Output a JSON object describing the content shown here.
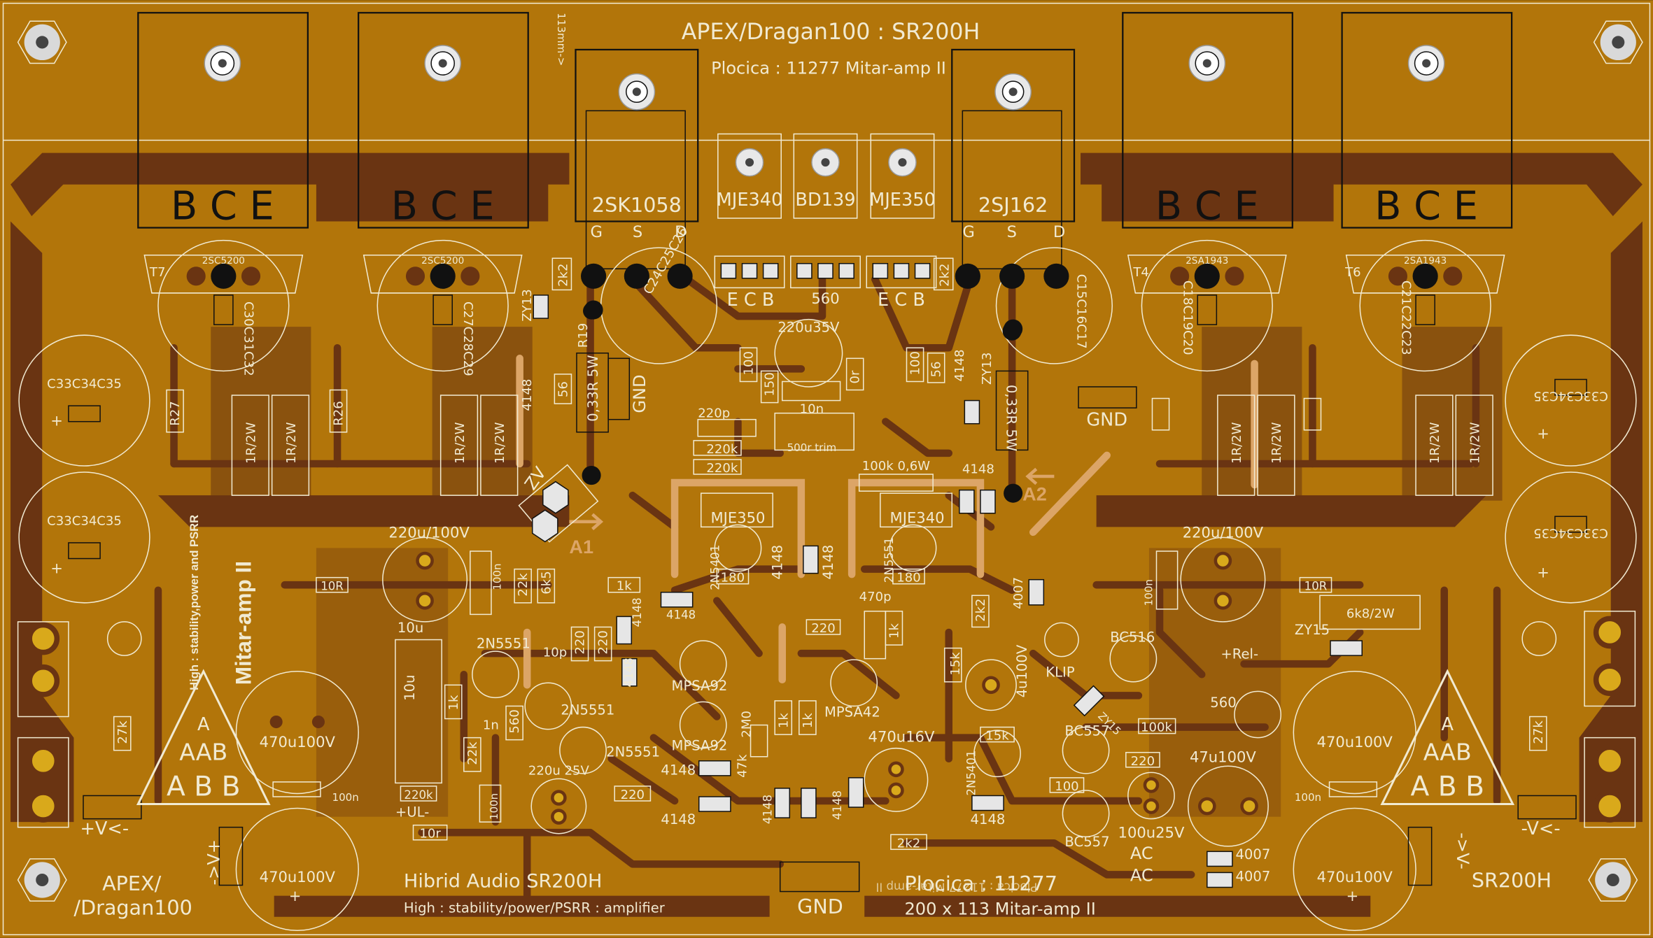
{
  "board": {
    "title": "APEX/Dragan100 : SR200H",
    "subtitle": "Plocica : 11277 Mitar-amp II",
    "dimension_note": "113mm->",
    "vertical_left": "Mitar-amp II",
    "vertical_left_small": "High : stability,power and PSRR",
    "bottom_left_brand_1": "APEX/",
    "bottom_left_brand_2": "/Dragan100",
    "bottom_center_1": "Hibrid Audio SR200H",
    "bottom_center_2": "High : stability/power/PSRR : amplifier",
    "bottom_plocica": "Plocica : 11277",
    "bottom_plocica_mirror": "Plocica : 11277 Mitar-amp II",
    "bottom_size": "200 x 113 Mitar-amp II",
    "bottom_right_brand": "SR200H",
    "gnd_bottom": "GND",
    "gnd_top_right": "GND",
    "gnd_left_vertical": "GND"
  },
  "colors": {
    "copper": "#b2750a",
    "trace": "#6a3412",
    "silk": "#f1ead2",
    "black": "#0e0e0e",
    "pad": "#d9a91b"
  },
  "heatsink_transistors": {
    "pin_labels": "B C E",
    "left_1": "2SC5200",
    "left_2": "2SC5200",
    "right_1": "2SA1943",
    "right_2": "2SA1943",
    "left_1_ref": "T7",
    "right_1_ref": "T4",
    "right_2_ref": "T6"
  },
  "mosfets": {
    "n_channel": "2SK1058",
    "p_channel": "2SJ162",
    "gsd_g": "G",
    "gsd_s": "S",
    "gsd_d": "D"
  },
  "drivers": {
    "mje340": "MJE340",
    "bd139": "BD139",
    "mje350": "MJE350",
    "pins_ecb": "E C B",
    "pins_e": "E",
    "pins_c": "C",
    "pins_b": "B",
    "r560": "560"
  },
  "caps": {
    "c30_32": "C30C31C32",
    "c27_29": "C27C28C29",
    "c18_20": "C18C19C20",
    "c21_23": "C21C22C23",
    "c24_26": "C24C25C26",
    "c15_17": "C15C16C17",
    "c33_35": "C33C34C35",
    "c220u35": "220u35V",
    "c220u100_l": "220u/100V",
    "c220u100_r": "220u/100V",
    "c470u100": "470u100V",
    "c470u16": "470u16V",
    "c47u100": "47u100V",
    "c100u25": "100u25V",
    "c220u25": "220u 25V",
    "c4u100": "4u100V",
    "c10u": "10u",
    "c10u2": "10u",
    "c220p": "220p",
    "c470p": "470p",
    "c10p": "10p",
    "c10n": "10n",
    "c100n": "100n",
    "c1n": "1n"
  },
  "resistors": {
    "r27": "R27",
    "r26": "R26",
    "r19": "R19",
    "r1r2w": "1R/2W",
    "r03": "0,33R 5W",
    "r2k2": "2k2",
    "r56": "56",
    "r100": "100",
    "r150": "150",
    "r220k": "220k",
    "r100k06": "100k 0,6W",
    "r500trim": "500r trim",
    "r0r": "0r",
    "r10r": "10R",
    "r22k": "22k",
    "r6k5": "6k5",
    "r1k": "1k",
    "r180": "180",
    "r220": "220",
    "r15k": "15k",
    "r47k": "47k",
    "r2M0": "2M0",
    "r27k": "27k",
    "r560": "560",
    "r6k8": "6k8/2W",
    "r100k": "100k",
    "r10r2": "10r",
    "r220k2": "220k"
  },
  "semis": {
    "zy13": "ZY13",
    "zy15": "ZY15",
    "d4148": "4148",
    "d4007": "4007",
    "q2n5551": "2N5551",
    "q2n5401": "2N5401",
    "mpsa92": "MPSA92",
    "mpsa42": "MPSA42",
    "bc516": "BC516",
    "bc557": "BC557",
    "mje350": "MJE350",
    "mje340": "MJE340",
    "zv": "ZV",
    "a1": "A1",
    "a2": "A2",
    "klip": "KLIP",
    "rel": "+Rel-"
  },
  "connectors": {
    "plus_v": "+V<-",
    "minus_v": "-V<-",
    "v_left": "->V+",
    "v_right": "->V-",
    "ul": "+UL-",
    "ac": "AC"
  },
  "logo": {
    "line1": "A",
    "line2": "AAB",
    "line3": "A B B"
  }
}
